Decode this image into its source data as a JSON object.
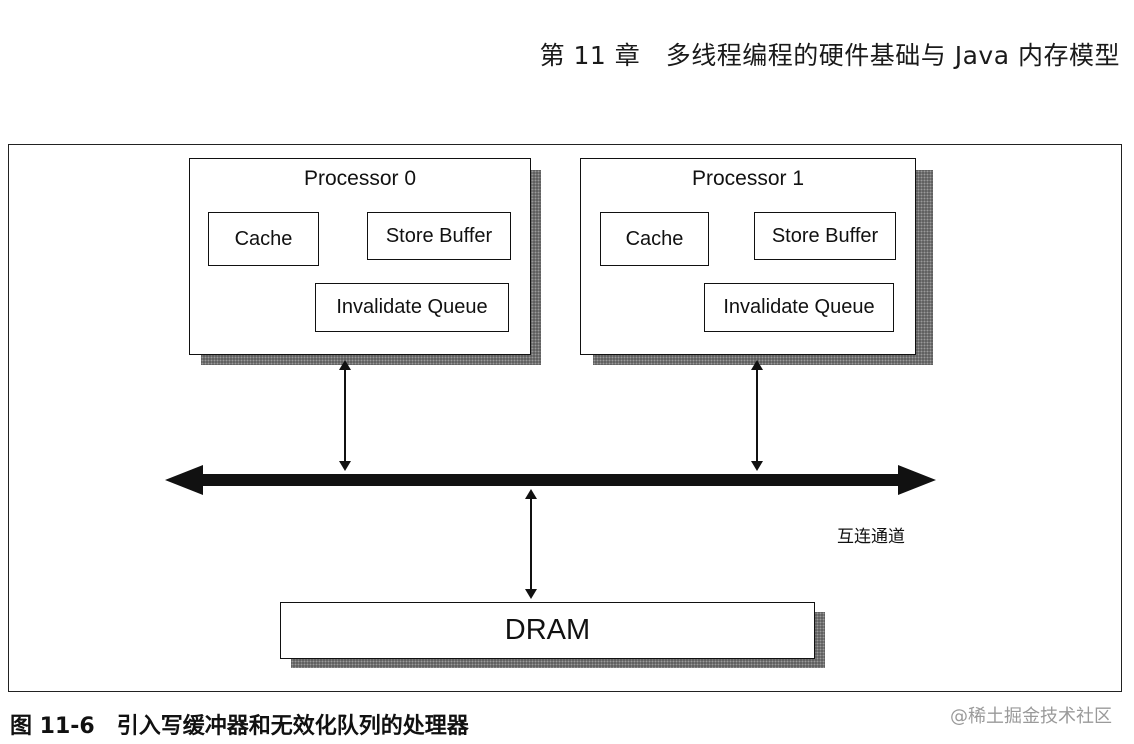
{
  "header": {
    "title": "第 11 章　多线程编程的硬件基础与 Java 内存模型"
  },
  "processors": [
    {
      "title": "Processor 0",
      "cache": "Cache",
      "store_buffer": "Store Buffer",
      "invalidate_queue": "Invalidate Queue"
    },
    {
      "title": "Processor 1",
      "cache": "Cache",
      "store_buffer": "Store Buffer",
      "invalidate_queue": "Invalidate Queue"
    }
  ],
  "bus": {
    "label": "互连通道"
  },
  "memory": {
    "label": "DRAM"
  },
  "caption": "图 11-6　引入写缓冲器和无效化队列的处理器",
  "watermark": "@稀土掘金技术社区"
}
